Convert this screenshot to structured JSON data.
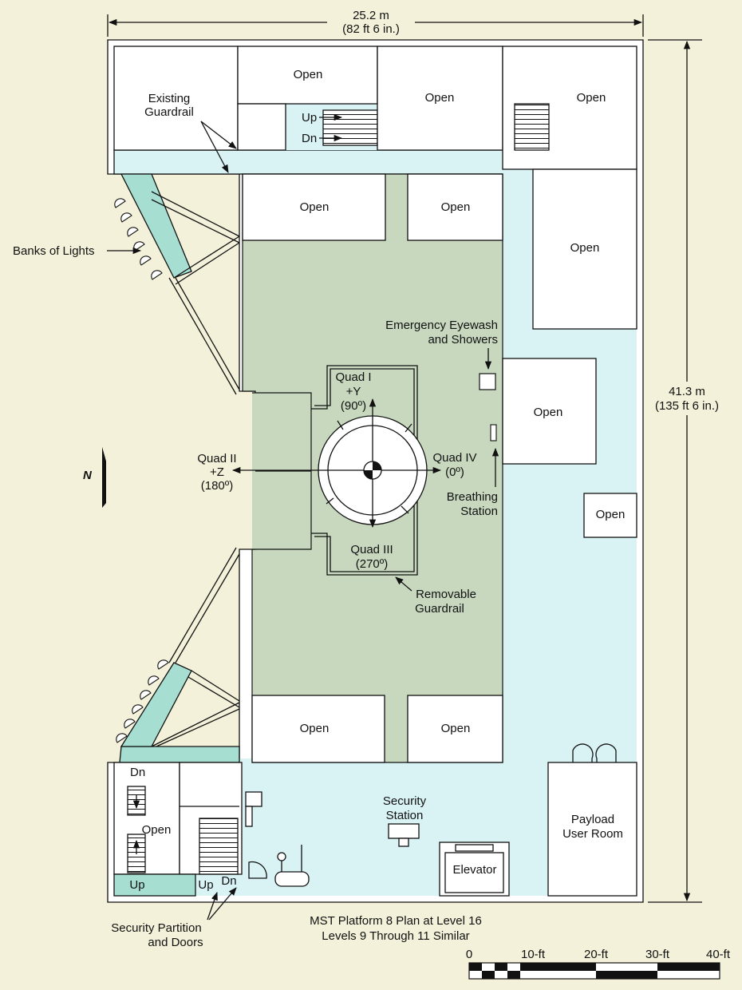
{
  "dimensions": {
    "width_m": "25.2 m",
    "width_ft": "(82 ft 6 in.)",
    "height_m": "41.3 m",
    "height_ft": "(135 ft 6 in.)"
  },
  "labels": {
    "open": "Open",
    "existing_guardrail_1": "Existing",
    "existing_guardrail_2": "Guardrail",
    "banks_of_lights": "Banks of Lights",
    "eyewash_1": "Emergency Eyewash",
    "eyewash_2": "and Showers",
    "quad1_1": "Quad I",
    "quad1_2": "+Y",
    "quad1_3": "(90º)",
    "quad2_1": "Quad II",
    "quad2_2": "+Z",
    "quad2_3": "(180º)",
    "quad3_1": "Quad III",
    "quad3_2": "(270º)",
    "quad4_1": "Quad IV",
    "quad4_2": "(0º)",
    "breathing_1": "Breathing",
    "breathing_2": "Station",
    "removable_1": "Removable",
    "removable_2": "Guardrail",
    "north": "N",
    "up": "Up",
    "dn": "Dn",
    "security_station_1": "Security",
    "security_station_2": "Station",
    "elevator": "Elevator",
    "payload_1": "Payload",
    "payload_2": "User Room",
    "security_partition_1": "Security Partition",
    "security_partition_2": "and Doors",
    "caption_1": "MST Platform 8 Plan at Level 16",
    "caption_2": "Levels 9 Through 11 Similar"
  },
  "scale_bar": {
    "ticks": [
      "0",
      "10-ft",
      "20-ft",
      "30-ft",
      "40-ft"
    ]
  },
  "colors": {
    "background": "#f3f1d9",
    "walkway": "#d9f2f4",
    "work_floor": "#c7d8bf",
    "light_bank": "#a6dfd2",
    "room": "#ffffff"
  }
}
